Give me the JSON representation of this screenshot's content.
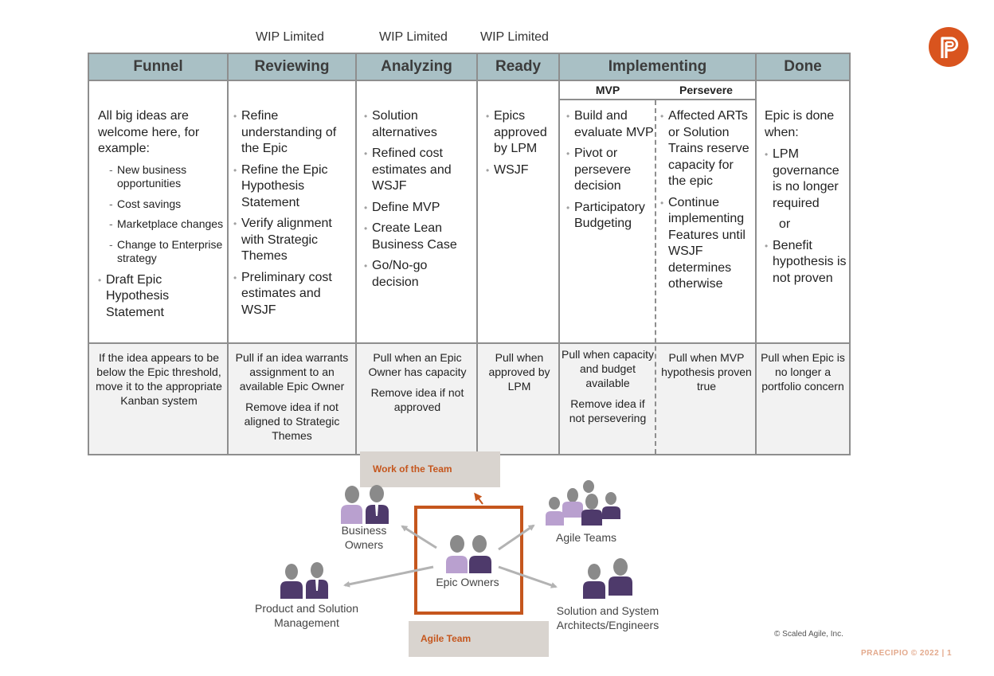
{
  "wip": [
    "WIP Limited",
    "WIP Limited",
    "WIP Limited"
  ],
  "columns": {
    "funnel": "Funnel",
    "reviewing": "Reviewing",
    "analyzing": "Analyzing",
    "ready": "Ready",
    "implementing": "Implementing",
    "done": "Done"
  },
  "sub": {
    "mvp": "MVP",
    "persevere": "Persevere"
  },
  "funnel": {
    "lead": "All big ideas are welcome here, for example:",
    "examples": [
      "New business opportunities",
      "Cost savings",
      "Marketplace changes",
      "Change to Enterprise strategy"
    ],
    "bullets": [
      "Draft Epic Hypothesis Statement"
    ]
  },
  "reviewing": {
    "bullets": [
      "Refine understanding of the Epic",
      "Refine the Epic Hypothesis Statement",
      "Verify alignment with Strategic Themes",
      "Preliminary cost estimates and WSJF"
    ]
  },
  "analyzing": {
    "bullets": [
      "Solution alternatives",
      "Refined cost estimates and WSJF",
      "Define MVP",
      "Create Lean Business Case",
      "Go/No-go decision"
    ]
  },
  "ready": {
    "bullets": [
      "Epics approved by LPM",
      "WSJF"
    ]
  },
  "mvp": {
    "bullets": [
      "Build and evaluate MVP",
      "Pivot or persevere decision",
      "Participatory Budgeting"
    ]
  },
  "persevere": {
    "bullets": [
      "Affected ARTs or Solution Trains reserve capacity for the epic",
      "Continue implementing Features until WSJF determines otherwise"
    ]
  },
  "done": {
    "lead": "Epic is done when:",
    "bullet1": "LPM governance is no longer required",
    "or": "or",
    "bullet2": "Benefit hypothesis is not proven"
  },
  "pull": {
    "funnel": "If the idea appears to be below the Epic threshold, move it to the appropriate Kanban system",
    "reviewing1": "Pull if an idea warrants assignment to an available Epic Owner",
    "reviewing2": "Remove idea if not aligned to Strategic Themes",
    "analyzing1": "Pull when an Epic Owner has capacity",
    "analyzing2": "Remove idea if not approved",
    "ready": "Pull when approved by LPM",
    "mvp1": "Pull when capacity and budget available",
    "mvp2": "Remove idea if not persevering",
    "persevere": "Pull when MVP hypothesis proven true",
    "done": "Pull when Epic is no longer a portfolio concern"
  },
  "bottom": {
    "work_of_team": "Work of the Team",
    "agile_team": "Agile Team",
    "business_owners": "Business Owners",
    "agile_teams": "Agile Teams",
    "epic_owners": "Epic Owners",
    "product_mgmt": "Product and Solution Management",
    "architects": "Solution and System Architects/Engineers"
  },
  "copyright": "© Scaled Agile, Inc.",
  "footer": "PRAECIPIO © 2022  |  1",
  "colors": {
    "header": "#a9c0c5",
    "accent": "#c5561d",
    "logo": "#d9541e",
    "box": "#d9d4cf",
    "person_light": "#b9a0cf",
    "person_dark": "#4e3a6b",
    "head": "#8a8a8a"
  }
}
